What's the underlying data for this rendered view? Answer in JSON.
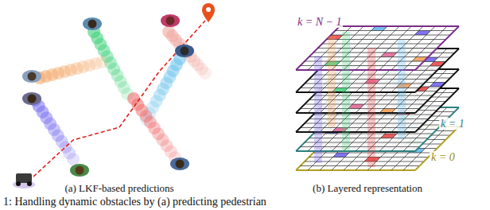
{
  "diagram": {
    "caption": "1: Handling dynamic obstacles by (a) predicting pedestrian",
    "labels": [
      "(a) LKF-based predictions",
      "(b) Layered representation",
      "k = N − 1",
      "k = 1",
      "k = 0"
    ]
  }
}
